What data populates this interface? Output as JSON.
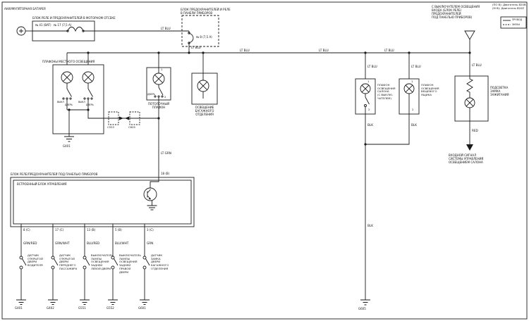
{
  "colors": {
    "ink": "#1a1a1a",
    "paper": "#ffffff"
  },
  "legend": {
    "line1": "(ПО В): Двигатель B20B",
    "line2": "(М В): Двигатель B20Z",
    "sample1": "ПРОВОД",
    "sample2": "ЭКРАН"
  },
  "note_top_right": {
    "line1": "С ВЫКЛЮЧАТЕЛЕМ ОСВЕЩЕНИЯ",
    "line2": "ВХОДА (БЛОК РЕЛЕ/ПРЕДОХРАНИТЕЛЕЙ",
    "line3": "ПОД ПАНЕЛЬЮ ПРИБОРОВ)"
  },
  "battery": {
    "label": "АККУМУЛЯТОРНАЯ БАТАРЕЯ"
  },
  "engine_fuse_box": {
    "title": "БЛОК РЕЛЕ И ПРЕДОХРАНИТЕЛЕЙ В МОТОРНОМ ОТСЕКЕ",
    "fuse_bat": "№ 41 (BAT)",
    "fuse_num": "№ 17 (7,5 A)"
  },
  "dash_fuse_box": {
    "title1": "БЛОК ПРЕДОХРАНИТЕЛЕЙ И РЕЛЕ",
    "title2": "В ПАНЕЛИ ПРИБОРОВ",
    "fuse": "№ 8 (7,5 A)"
  },
  "wires": {
    "feed": "LT BLU",
    "after_fuse": "LT BLU",
    "bus1": "LT BLU",
    "bus2": "LT BLU",
    "bus3": "LT BLU",
    "stub1": "LT BLU",
    "stub2": "LT BLU",
    "stub3": "LT BLU",
    "ceiling_down": "LT GRN"
  },
  "map_lights": {
    "title": "ПЛАФОНЫ МЕСТНОГО ОСВЕЩЕНИЯ",
    "sw1_off": "ВЫКЛ",
    "sw1_door": "ДВЕРЬ",
    "sw2_off": "ВЫКЛ",
    "sw2_door": "ДВЕРЬ",
    "ground": "G401"
  },
  "ceiling_light": {
    "title1": "ПОТОЛОЧНЫЙ",
    "title2": "ПЛАФОН",
    "pin_top": "1",
    "pin_bottom": "2",
    "sw_door": "ДВЕРЬ"
  },
  "trunk_light": {
    "title1": "ОСВЕЩЕНИЕ",
    "title2": "БАГАЖНОГО",
    "title3": "ОТДЕЛЕНИЯ"
  },
  "connectors": {
    "c1": "C553",
    "c2": "C605"
  },
  "under_dash_box": {
    "title": "БЛОК РЕЛЕ/ПРЕДОХРАНИТЕЛЕЙ ПОД ПАНЕЛЬЮ ПРИБОРОВ",
    "inner": "ВСТРОЕННЫЙ БЛОК УПРАВЛЕНИЯ",
    "pin_in": "18 (B)"
  },
  "door_switches": [
    {
      "pin": "8 (C)",
      "color": "GRN/RED",
      "l1": "ДАТЧИК",
      "l2": "ОТКРЫТОЙ",
      "l3": "ДВЕРИ",
      "l4": "ВОДИТЕЛЯ",
      "l5": "",
      "ground": "G401"
    },
    {
      "pin": "17 (C)",
      "color": "GRN/WHT",
      "l1": "ДАТЧИК",
      "l2": "ОТКРЫТОЙ",
      "l3": "ДВЕРИ",
      "l4": "ПЕРЕДНЕГО",
      "l5": "ПАССАЖИРА",
      "ground": "G402"
    },
    {
      "pin": "13 (B)",
      "color": "BLU/RED",
      "l1": "ВЫКЛЮЧАТЕЛЬ",
      "l2": "ЛАМПЫ",
      "l3": "ОСВЕЩЕНИЯ",
      "l4": "ЗАДНЕЙ",
      "l5": "ЛЕВОЙ ДВЕРИ",
      "ground": "G551"
    },
    {
      "pin": "5 (B)",
      "color": "BLU/WHT",
      "l1": "ВЫКЛЮЧАТЕЛЬ",
      "l2": "ЛАМПЫ",
      "l3": "ОСВЕЩЕНИЯ",
      "l4": "ЗАДНЕЙ",
      "l5": "ПРАВОЙ ДВЕРИ",
      "ground": "G552"
    },
    {
      "pin": "3 (C)",
      "color": "GRN",
      "l1": "ДАТЧИК",
      "l2": "ЗАМКА",
      "l3": "ДВЕРИ",
      "l4": "БАГАЖНОГО",
      "l5": "ОТДЕЛЕНИЯ",
      "ground": "G601"
    }
  ],
  "dome_light": {
    "pin_top": "1",
    "pin_bottom": "2",
    "l1": "ПЛАФОН",
    "l2": "ОСВЕЩЕНИЯ",
    "l3": "САЛОНА",
    "l4": "(С ВЫКЛЮ-",
    "l5": "ЧАТЕЛЕМ)",
    "out_color": "BLK",
    "out_color2": "BLK",
    "ground": "G605"
  },
  "glove_light": {
    "pin_top": "1",
    "pin_bottom": "2",
    "l1": "ПЛАФОН",
    "l2": "ОСВЕЩЕНИЯ",
    "l3": "ВЕЩЕВОГО",
    "l4": "ЯЩИКА",
    "out_color": "BLK"
  },
  "key_light": {
    "l1": "ПОДСВЕТКА",
    "l2": "ЗАМКА",
    "l3": "ЗАЖИГАНИЯ",
    "out_color": "RED",
    "note1": "ВХОДНОЙ СИГНАЛ",
    "note2": "СИСТЕМЫ УПРАВЛЕНИЯ",
    "note3": "ОСВЕЩЕНИЕМ САЛОНА"
  }
}
